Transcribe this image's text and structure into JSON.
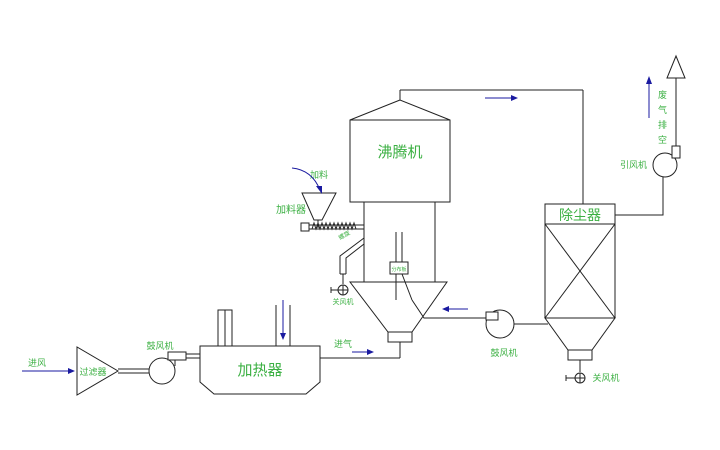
{
  "labels": {
    "boiling_machine": "沸腾机",
    "dust_collector": "除尘器",
    "heater": "加热器",
    "filter": "过滤器",
    "feeder": "加料器",
    "feed": "加料",
    "blower_left": "鼓风机",
    "blower_right": "鼓风机",
    "induced_fan": "引风机",
    "air_lock_main": "关风机",
    "air_lock_dust": "关风机",
    "air_in": "进风",
    "steam": "进气",
    "exhaust": "废气排空",
    "screw": "螺旋",
    "bed": "分布板"
  }
}
